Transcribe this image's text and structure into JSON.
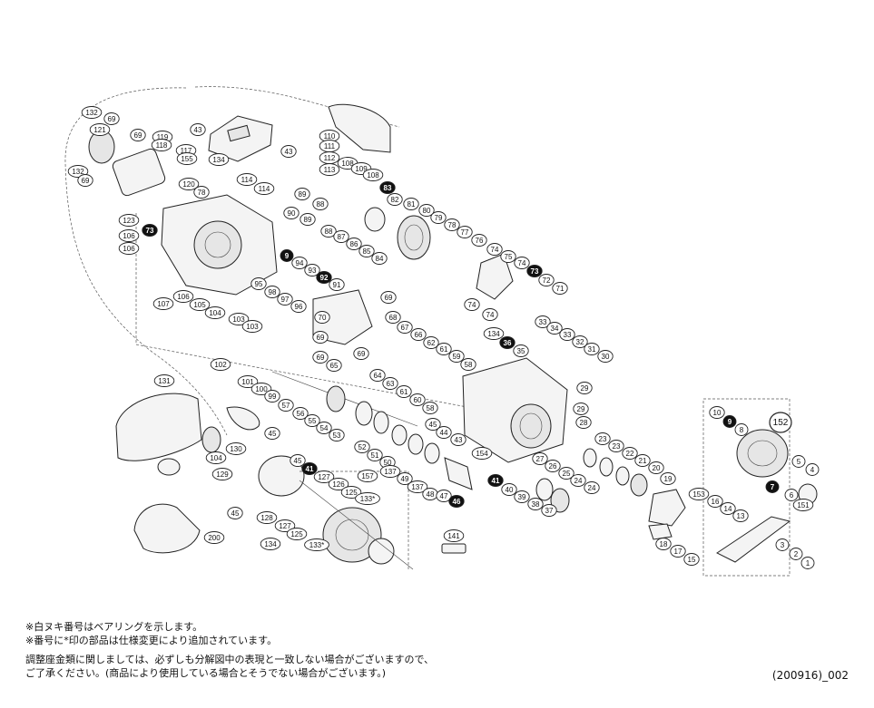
{
  "notes": {
    "line1": "※白ヌキ番号はベアリングを示します。",
    "line2": "※番号に*印の部品は仕様変更により追加されています。",
    "line3": "調整座金類に関しましては、必ずしも分解図中の表現と一致しない場合がございますので、",
    "line4": "ご了承ください。(商品により使用している場合とそうでない場合がございます。)"
  },
  "diagram_code": "(200916)_002",
  "labels": [
    {
      "t": "132"
    },
    {
      "t": "69"
    },
    {
      "t": "121"
    },
    {
      "t": "69"
    },
    {
      "t": "119"
    },
    {
      "t": "118"
    },
    {
      "t": "117"
    },
    {
      "t": "155"
    },
    {
      "t": "134"
    },
    {
      "t": "43"
    },
    {
      "t": "110"
    },
    {
      "t": "111"
    },
    {
      "t": "112"
    },
    {
      "t": "113"
    },
    {
      "t": "108"
    },
    {
      "t": "109"
    },
    {
      "t": "108"
    },
    {
      "t": "43"
    },
    {
      "t": "132"
    },
    {
      "t": "69"
    },
    {
      "t": "120"
    },
    {
      "t": "78"
    },
    {
      "t": "114"
    },
    {
      "t": "114"
    },
    {
      "t": "89"
    },
    {
      "t": "88"
    },
    {
      "t": "90"
    },
    {
      "t": "89"
    },
    {
      "t": "83",
      "b": true
    },
    {
      "t": "82"
    },
    {
      "t": "81"
    },
    {
      "t": "80"
    },
    {
      "t": "79"
    },
    {
      "t": "78"
    },
    {
      "t": "77"
    },
    {
      "t": "76"
    },
    {
      "t": "74"
    },
    {
      "t": "75"
    },
    {
      "t": "74"
    },
    {
      "t": "73",
      "b": true
    },
    {
      "t": "72"
    },
    {
      "t": "71"
    },
    {
      "t": "74"
    },
    {
      "t": "74"
    },
    {
      "t": "123"
    },
    {
      "t": "73",
      "b": true
    },
    {
      "t": "106"
    },
    {
      "t": "106"
    },
    {
      "t": "88"
    },
    {
      "t": "87"
    },
    {
      "t": "86"
    },
    {
      "t": "85"
    },
    {
      "t": "84"
    },
    {
      "t": "9",
      "b": true
    },
    {
      "t": "94"
    },
    {
      "t": "93"
    },
    {
      "t": "92",
      "b": true
    },
    {
      "t": "91"
    },
    {
      "t": "95"
    },
    {
      "t": "98"
    },
    {
      "t": "97"
    },
    {
      "t": "96"
    },
    {
      "t": "69"
    },
    {
      "t": "68"
    },
    {
      "t": "69"
    },
    {
      "t": "70"
    },
    {
      "t": "107"
    },
    {
      "t": "106"
    },
    {
      "t": "105"
    },
    {
      "t": "104"
    },
    {
      "t": "103"
    },
    {
      "t": "103"
    },
    {
      "t": "102"
    },
    {
      "t": "101"
    },
    {
      "t": "100"
    },
    {
      "t": "99"
    },
    {
      "t": "69"
    },
    {
      "t": "69"
    },
    {
      "t": "65"
    },
    {
      "t": "67"
    },
    {
      "t": "66"
    },
    {
      "t": "62"
    },
    {
      "t": "61"
    },
    {
      "t": "59"
    },
    {
      "t": "58"
    },
    {
      "t": "64"
    },
    {
      "t": "63"
    },
    {
      "t": "61"
    },
    {
      "t": "60"
    },
    {
      "t": "58"
    },
    {
      "t": "134"
    },
    {
      "t": "36",
      "b": true
    },
    {
      "t": "35"
    },
    {
      "t": "33"
    },
    {
      "t": "34"
    },
    {
      "t": "33"
    },
    {
      "t": "32"
    },
    {
      "t": "31"
    },
    {
      "t": "30"
    },
    {
      "t": "29"
    },
    {
      "t": "29"
    },
    {
      "t": "28"
    },
    {
      "t": "57"
    },
    {
      "t": "56"
    },
    {
      "t": "55"
    },
    {
      "t": "54"
    },
    {
      "t": "53"
    },
    {
      "t": "45"
    },
    {
      "t": "44"
    },
    {
      "t": "43"
    },
    {
      "t": "131"
    },
    {
      "t": "130"
    },
    {
      "t": "45"
    },
    {
      "t": "104"
    },
    {
      "t": "129"
    },
    {
      "t": "52"
    },
    {
      "t": "51"
    },
    {
      "t": "50"
    },
    {
      "t": "137"
    },
    {
      "t": "49"
    },
    {
      "t": "137"
    },
    {
      "t": "48"
    },
    {
      "t": "47"
    },
    {
      "t": "46",
      "b": true
    },
    {
      "t": "154"
    },
    {
      "t": "41",
      "b": true
    },
    {
      "t": "40"
    },
    {
      "t": "39"
    },
    {
      "t": "38"
    },
    {
      "t": "37"
    },
    {
      "t": "27"
    },
    {
      "t": "26"
    },
    {
      "t": "25"
    },
    {
      "t": "24"
    },
    {
      "t": "24"
    },
    {
      "t": "23"
    },
    {
      "t": "23"
    },
    {
      "t": "22"
    },
    {
      "t": "21"
    },
    {
      "t": "20"
    },
    {
      "t": "19"
    },
    {
      "t": "153"
    },
    {
      "t": "16"
    },
    {
      "t": "14"
    },
    {
      "t": "13"
    },
    {
      "t": "17"
    },
    {
      "t": "18"
    },
    {
      "t": "15"
    },
    {
      "t": "45"
    },
    {
      "t": "41",
      "b": true
    },
    {
      "t": "127"
    },
    {
      "t": "126"
    },
    {
      "t": "125"
    },
    {
      "t": "157"
    },
    {
      "t": "133*"
    },
    {
      "t": "128"
    },
    {
      "t": "127"
    },
    {
      "t": "125"
    },
    {
      "t": "134"
    },
    {
      "t": "133*"
    },
    {
      "t": "45"
    },
    {
      "t": "141"
    },
    {
      "t": "200"
    },
    {
      "t": "10"
    },
    {
      "t": "9",
      "b": true
    },
    {
      "t": "8"
    },
    {
      "t": "5"
    },
    {
      "t": "4"
    },
    {
      "t": "7",
      "b": true
    },
    {
      "t": "6"
    },
    {
      "t": "151"
    },
    {
      "t": "3"
    },
    {
      "t": "2"
    },
    {
      "t": "1"
    },
    {
      "t": "152",
      "big": true
    }
  ]
}
